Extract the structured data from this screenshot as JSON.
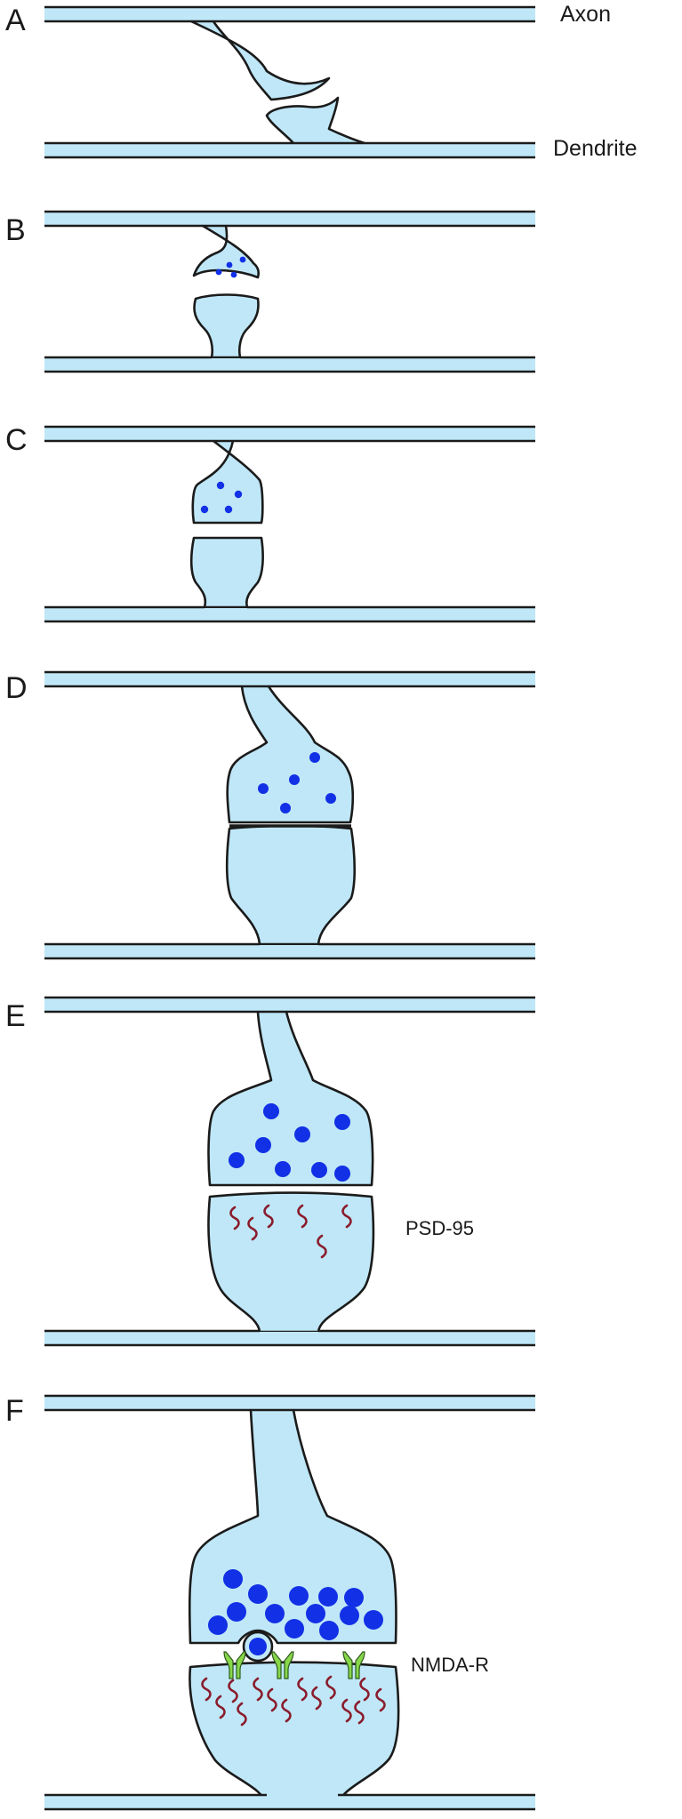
{
  "figure": {
    "panels": [
      {
        "letter": "A",
        "label_top": "Axon",
        "label_bottom": "Dendrite"
      },
      {
        "letter": "B"
      },
      {
        "letter": "C"
      },
      {
        "letter": "D"
      },
      {
        "letter": "E",
        "label_side": "PSD-95"
      },
      {
        "letter": "F",
        "label_side": "NMDA-R"
      }
    ]
  },
  "colors": {
    "cytoplasm": "#bfe7f7",
    "outline": "#1b1b1b",
    "vesicle": "#1230e6",
    "psd95": "#8a1c2c",
    "receptor": "#88d84a"
  }
}
